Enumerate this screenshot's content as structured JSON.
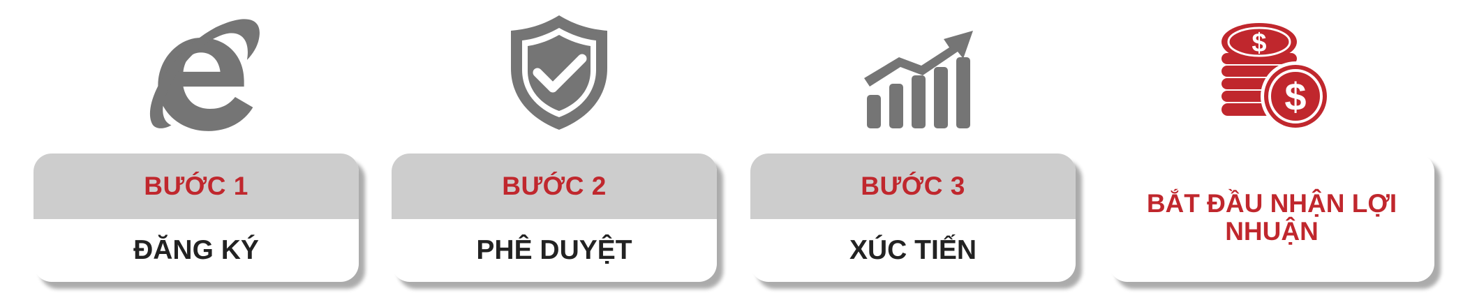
{
  "steps": [
    {
      "label": "BƯỚC 1",
      "title": "ĐĂNG KÝ",
      "icon": "internet-explorer-icon"
    },
    {
      "label": "BƯỚC 2",
      "title": "PHÊ DUYỆT",
      "icon": "shield-check-icon"
    },
    {
      "label": "BƯỚC 3",
      "title": "XÚC TIẾN",
      "icon": "growth-chart-icon"
    }
  ],
  "final": {
    "title": "BẮT ĐẦU NHẬN LỢI NHUẬN",
    "icon": "coin-stack-icon"
  },
  "colors": {
    "accent_red": "#c0272d",
    "icon_gray": "#757575",
    "header_gray": "#cdcdcd",
    "text_dark": "#222222"
  }
}
